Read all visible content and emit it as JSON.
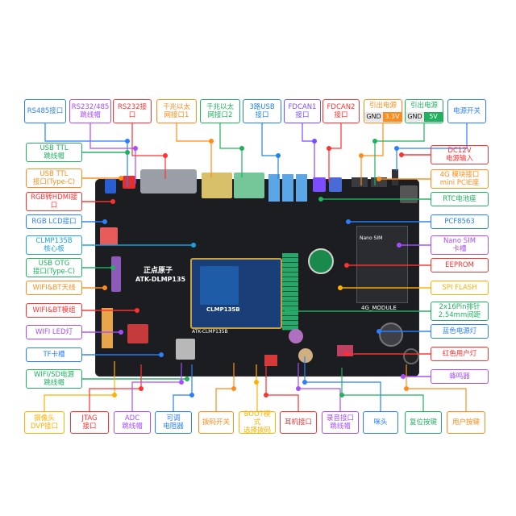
{
  "board": {
    "brand": "正点原子",
    "model": "ATK-DLMP135",
    "core_label": "CLMP135B",
    "silk_4g": "4G_MODULE",
    "silk_nanosim": "Nano SIM",
    "silk_core": "ATK-CLMP135B"
  },
  "top_labels": [
    {
      "text": "RS485接口",
      "color": "#2a7fff"
    },
    {
      "text": "RS232/485\n跳线帽",
      "color": "#a64dff"
    },
    {
      "text": "RS232接\n口",
      "color": "#ff3030"
    },
    {
      "text": "千兆以太\n网接口1",
      "color": "#ff8c1a"
    },
    {
      "text": "千兆以太\n网接口2",
      "color": "#20b060"
    },
    {
      "text": "3路USB\n接口",
      "color": "#1f86e0"
    },
    {
      "text": "FDCAN1\n接口",
      "color": "#7a4dff"
    },
    {
      "text": "FDCAN2\n接口",
      "color": "#ff3030"
    },
    {
      "text": "引出电源",
      "color": "#ff8c1a",
      "sub": [
        "GND",
        "3.3V"
      ]
    },
    {
      "text": "引出电源",
      "color": "#20b060",
      "sub": [
        "GND",
        "5V"
      ]
    },
    {
      "text": "电源开关",
      "color": "#2a7fff"
    }
  ],
  "left_labels": [
    {
      "text": "USB TTL\n跳线帽",
      "color": "#20b060"
    },
    {
      "text": "USB TTL\n接口(Type-C)",
      "color": "#ff8c1a"
    },
    {
      "text": "RGB转HDMI接\n口",
      "color": "#ff3030"
    },
    {
      "text": "RGB LCD接口",
      "color": "#2a7fff"
    },
    {
      "text": "CLMP135B\n核心板",
      "color": "#1fa0e0"
    },
    {
      "text": "USB OTG\n接口(Type-C)",
      "color": "#20b060"
    },
    {
      "text": "WIFI&BT天线",
      "color": "#ff8c1a"
    },
    {
      "text": "WIFI&BT模组",
      "color": "#ff3030"
    },
    {
      "text": "WIFI LED灯",
      "color": "#a64dff"
    },
    {
      "text": "TF卡槽",
      "color": "#2a7fff"
    },
    {
      "text": "WIFI/SD电源\n跳线帽",
      "color": "#20b060"
    }
  ],
  "right_labels": [
    {
      "text": "DC12V\n电源输入",
      "color": "#ff3030"
    },
    {
      "text": "4G 模块接口\nmini PCIE座",
      "color": "#ff8c1a"
    },
    {
      "text": "RTC电池座",
      "color": "#20b060"
    },
    {
      "text": "PCF8563",
      "color": "#2a7fff"
    },
    {
      "text": "Nano SIM\n卡槽",
      "color": "#a64dff"
    },
    {
      "text": "EEPROM",
      "color": "#ff3030"
    },
    {
      "text": "SPI FLASH",
      "color": "#ffb000"
    },
    {
      "text": "2x16Pin排针\n2.54mm间距",
      "color": "#20b060"
    },
    {
      "text": "蓝色电源灯",
      "color": "#2a7fff"
    },
    {
      "text": "红色用户灯",
      "color": "#ff3030"
    },
    {
      "text": "蜂鸣器",
      "color": "#a64dff"
    }
  ],
  "bottom_labels": [
    {
      "text": "摄像头\nDVP接口",
      "color": "#ffb000"
    },
    {
      "text": "JTAG\n接口",
      "color": "#ff3030"
    },
    {
      "text": "ADC\n跳线帽",
      "color": "#a64dff"
    },
    {
      "text": "可调\n电阻器",
      "color": "#2a7fff"
    },
    {
      "text": "拨码开关",
      "color": "#ff8c1a"
    },
    {
      "text": "BOOT模式\n选择拨码",
      "color": "#ffb000"
    },
    {
      "text": "耳机接口",
      "color": "#ff3030"
    },
    {
      "text": "录音接口\n跳线帽",
      "color": "#a64dff"
    },
    {
      "text": "咪头",
      "color": "#2a7fff"
    },
    {
      "text": "复位按键",
      "color": "#20b060"
    },
    {
      "text": "用户按键",
      "color": "#ff8c1a"
    }
  ]
}
